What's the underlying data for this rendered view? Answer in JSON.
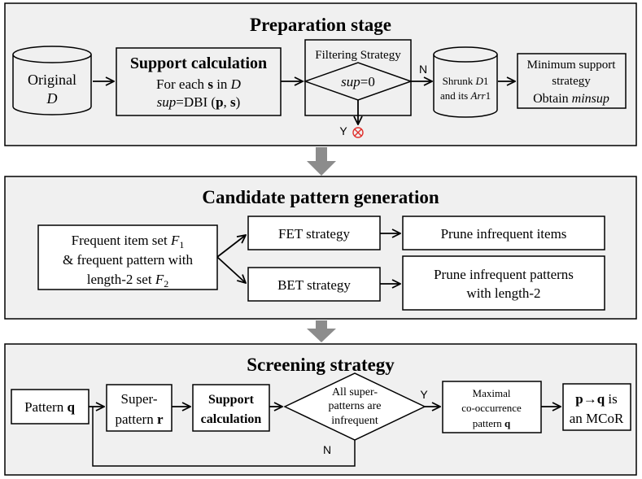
{
  "stage1": {
    "title": "Preparation stage",
    "original_db": {
      "line1": "Original",
      "line2": "D"
    },
    "support_calc": {
      "title": "Support calculation",
      "line2_pre": "For each ",
      "line2_s": "s",
      "line2_mid": " in ",
      "line2_D": "D",
      "line3_sup": "sup",
      "line3_eq": "=DBI (",
      "line3_p": "p",
      "line3_comma": ", ",
      "line3_s": "s",
      "line3_close": ")"
    },
    "filtering": {
      "title": "Filtering Strategy",
      "cond_sup": "sup",
      "cond_rest": "=0"
    },
    "n_label": "N",
    "y_label": "Y",
    "shrunk": {
      "line1_pre": "Shrunk ",
      "line1_D": "D",
      "line1_1": "1",
      "line2_pre": "and its ",
      "line2_arr": "Arr",
      "line2_1": "1"
    },
    "minsup": {
      "line1": "Minimum support",
      "line2": "strategy",
      "line3_pre": "Obtain ",
      "line3_it": "minsup"
    }
  },
  "stage2": {
    "title": "Candidate pattern generation",
    "input": {
      "line1_pre": "Frequent item set ",
      "line1_F": "F",
      "line1_sub": "1",
      "line2": "& frequent pattern with",
      "line3_pre": "length-2 set ",
      "line3_F": "F",
      "line3_sub": "2"
    },
    "fet": "FET strategy",
    "bet": "BET strategy",
    "prune_items": "Prune infrequent items",
    "prune_patterns": {
      "line1": "Prune infrequent patterns",
      "line2": "with length-2"
    }
  },
  "stage3": {
    "title": "Screening strategy",
    "pattern_q": {
      "pre": "Pattern ",
      "q": "q"
    },
    "super_pattern": {
      "line1": "Super-",
      "line2_pre": "pattern ",
      "line2_r": "r"
    },
    "support_calc": {
      "line1": "Support",
      "line2": "calculation"
    },
    "decision": {
      "line1": "All super-",
      "line2": "patterns are",
      "line3": "infrequent"
    },
    "y_label": "Y",
    "n_label": "N",
    "maximal": {
      "line1": "Maximal",
      "line2": "co-occurrence",
      "line3_pre": "pattern ",
      "line3_q": "q"
    },
    "mcor": {
      "line1_p": "p",
      "line1_arrow": "→",
      "line1_q": "q",
      "line1_post": " is",
      "line2": "an MCoR"
    }
  },
  "colors": {
    "panel_fill": "#f0f0f0",
    "stroke": "#000000",
    "stage_arrow": "#8c8c8c",
    "reject_mark": "#e0302c"
  }
}
